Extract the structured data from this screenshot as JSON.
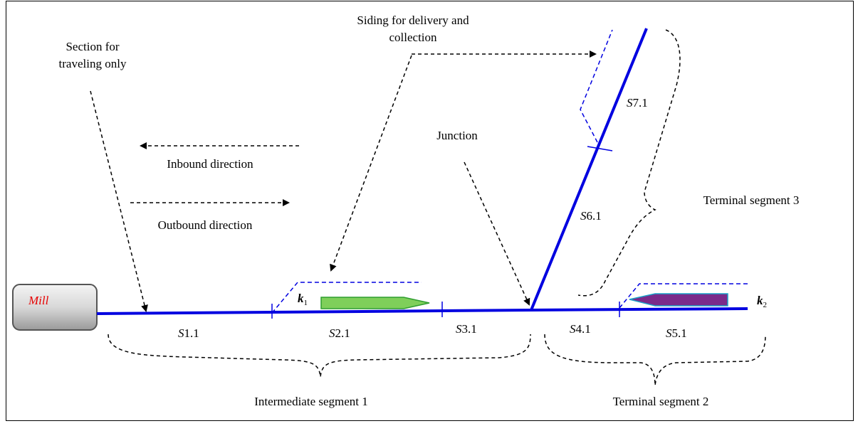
{
  "labels": {
    "traveling_line1": "Section for",
    "traveling_line2": "traveling only",
    "siding_line1": "Siding for delivery and",
    "siding_line2": "collection",
    "inbound": "Inbound direction",
    "outbound": "Outbound direction",
    "junction": "Junction",
    "terminal3": "Terminal segment 3",
    "intermediate1": "Intermediate segment 1",
    "terminal2": "Terminal segment 2",
    "mill": "Mill"
  },
  "sections": {
    "s1": {
      "prefix": "S",
      "suffix": "1.1"
    },
    "s2": {
      "prefix": "S",
      "suffix": "2.1"
    },
    "s3": {
      "prefix": "S",
      "suffix": "3.1"
    },
    "s4": {
      "prefix": "S",
      "suffix": "4.1"
    },
    "s5": {
      "prefix": "S",
      "suffix": "5.1"
    },
    "s6": {
      "prefix": "S",
      "suffix": "6.1"
    },
    "s7": {
      "prefix": "S",
      "suffix": "7.1"
    }
  },
  "markers": {
    "k1": {
      "letter": "k",
      "sub": "1"
    },
    "k2": {
      "letter": "k",
      "sub": "2"
    }
  },
  "colors": {
    "track": "#0000e0",
    "arrow": "#000000",
    "train_green": "#7fcf5a",
    "train_green_border": "#2f9e2f",
    "train_purple": "#7a2a8a",
    "train_purple_border": "#1aa0c8",
    "mill_text": "#e60000"
  }
}
